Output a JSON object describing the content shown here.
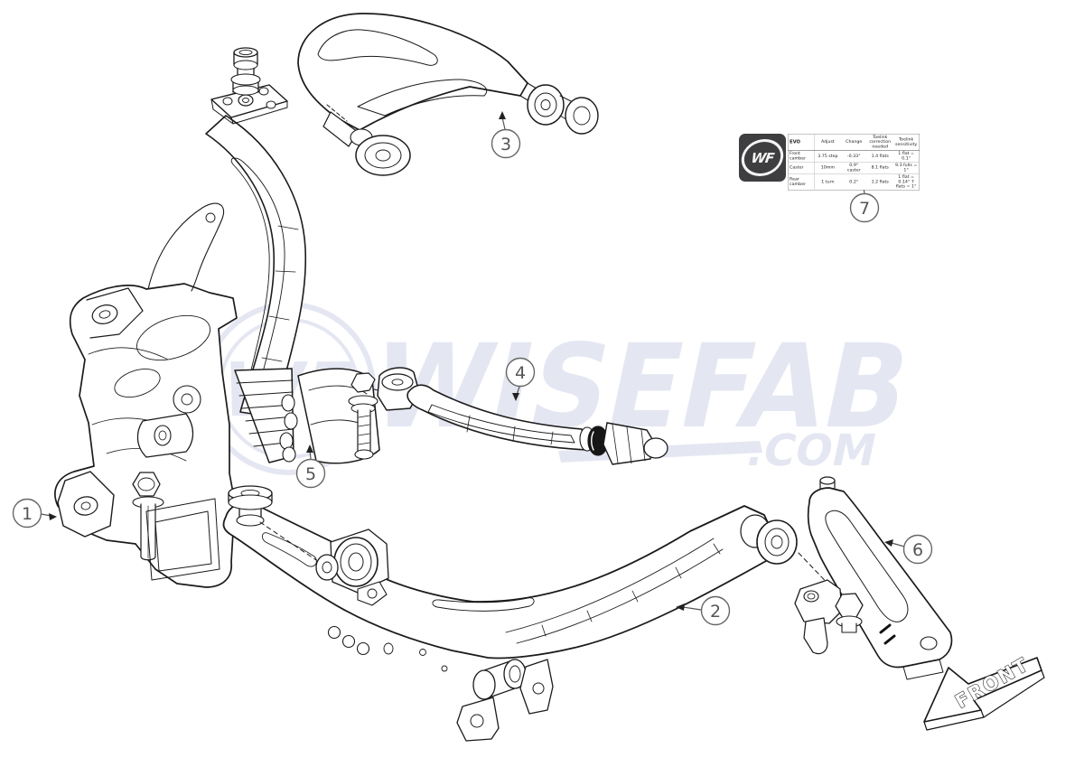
{
  "watermark": {
    "emblem": "WF",
    "brand": "WISEFAB",
    "suffix": ".COM"
  },
  "callouts": [
    {
      "label": "1"
    },
    {
      "label": "2"
    },
    {
      "label": "3"
    },
    {
      "label": "4"
    },
    {
      "label": "5"
    },
    {
      "label": "6"
    },
    {
      "label": "7"
    }
  ],
  "front_arrow": {
    "label": "FRONT"
  },
  "spec_table": {
    "logo": "WF",
    "title": "EVO",
    "headers": [
      "Adjust",
      "Change",
      "Toelink correction needed",
      "Toelink sensitivity"
    ],
    "rows": [
      {
        "label": "Front camber",
        "adjust": "3.75 step",
        "change": "-0.33°",
        "correction": "1.4 flats",
        "sensitivity": "1 flat = 0.1°"
      },
      {
        "label": "Caster",
        "adjust": "10mm",
        "change": "0.9° caster",
        "correction": "8.1 flats",
        "sensitivity": "9.3 fulls = 1°"
      },
      {
        "label": "Rear camber",
        "adjust": "1 turn",
        "change": "0.2°",
        "correction": "1.2 flats",
        "sensitivity": "1 flat = 0.14°  7 flats = 1°"
      }
    ]
  }
}
